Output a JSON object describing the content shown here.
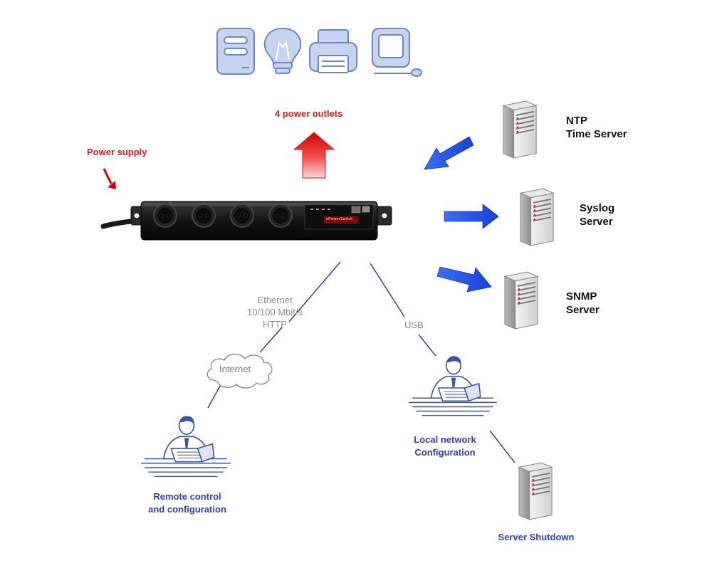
{
  "labels": {
    "power_outlets": "4 power outlets",
    "power_supply": "Power supply",
    "ntp_line1": "NTP",
    "ntp_line2": "Time Server",
    "syslog_line1": "Syslog",
    "syslog_line2": "Server",
    "snmp_line1": "SNMP",
    "snmp_line2": "Server",
    "ethernet_line1": "Ethernet",
    "ethernet_line2": "10/100 Mbit/s",
    "ethernet_line3": "HTTP",
    "usb": "USB",
    "internet": "Internet",
    "remote_line1": "Remote control",
    "remote_line2": "and configuration",
    "local_line1": "Local network",
    "local_line2": "Configuration",
    "shutdown": "Server Shutdown",
    "device_brand": "ePowerSwitch"
  },
  "icons": [
    "server-icon",
    "light-bulb-icon",
    "printer-icon",
    "computer-icon"
  ],
  "colors": {
    "accent_red": "#e41a1a",
    "link_blue": "#2b3fb5",
    "arrow_blue": "#1f57e6",
    "icon_fill": "#c7d4ef",
    "icon_stroke": "#6f86c6"
  }
}
